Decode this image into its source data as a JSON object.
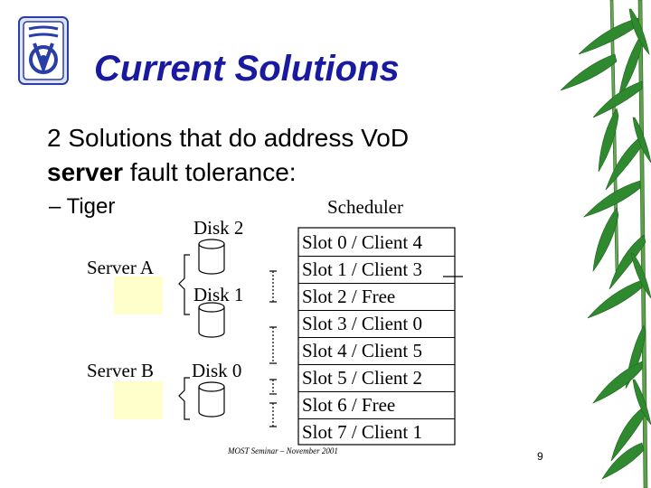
{
  "title": "Current Solutions",
  "bullet": {
    "text_prefix": "2 Solutions that do address Vo",
    "text_d": "D",
    "line2_bold": "server",
    "line2_rest": " fault tolerance:"
  },
  "subbullet": "– Tiger",
  "servers": [
    "Server A",
    "Server B"
  ],
  "disks": [
    "Disk 2",
    "Disk 1",
    "Disk 0"
  ],
  "scheduler": {
    "title": "Scheduler",
    "slots": [
      "Slot 0 / Client 4",
      "Slot 1 / Client 3",
      "Slot 2 / Free",
      "Slot 3 / Client 0",
      "Slot 4 / Client 5",
      "Slot 5 / Client 2",
      "Slot 6 / Free",
      "Slot 7 / Client 1"
    ]
  },
  "footer": "MOST Seminar – November 2001",
  "page_number": "9",
  "colors": {
    "title": "#1a1aa0",
    "server_box": "#ffffcc",
    "bamboo_leaf": "#2f8a2f",
    "logo_blue": "#2a3ea8"
  },
  "icons": {
    "logo": "technion-logo",
    "decoration": "bamboo-leaves"
  }
}
